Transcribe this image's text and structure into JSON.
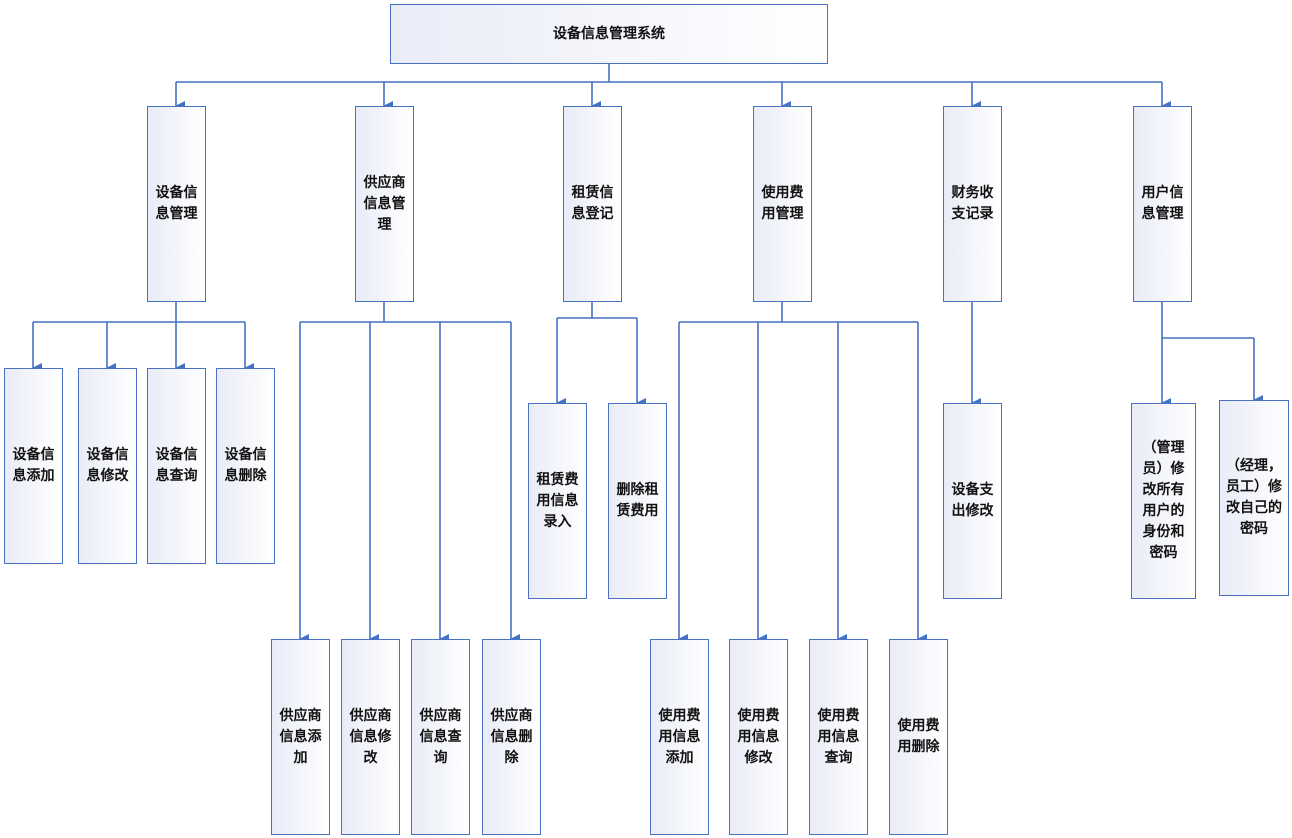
{
  "colors": {
    "line": "#4472c4",
    "border": "#4a72c4",
    "fill": "#e9ecf7"
  },
  "root": {
    "label": "设备信息管理系统"
  },
  "modules": [
    {
      "label": "设备信息管理",
      "children": [
        "设备信息添加",
        "设备信息修改",
        "设备信息查询",
        "设备信息删除"
      ]
    },
    {
      "label": "供应商信息管理",
      "children": [
        "供应商信息添加",
        "供应商信息修改",
        "供应商信息查询",
        "供应商信息删除"
      ]
    },
    {
      "label": "租赁信息登记",
      "children": [
        "租赁费用信息录入",
        "删除租赁费用"
      ]
    },
    {
      "label": "使用费用管理",
      "children": [
        "使用费用信息添加",
        "使用费用信息修改",
        "使用费用信息查询",
        "使用费用删除"
      ]
    },
    {
      "label": "财务收支记录",
      "children": [
        "设备支出修改"
      ]
    },
    {
      "label": "用户信息管理",
      "children": [
        "（管理员）修改所有用户的身份和密码",
        "（经理，员工）修改自己的密码"
      ]
    }
  ]
}
